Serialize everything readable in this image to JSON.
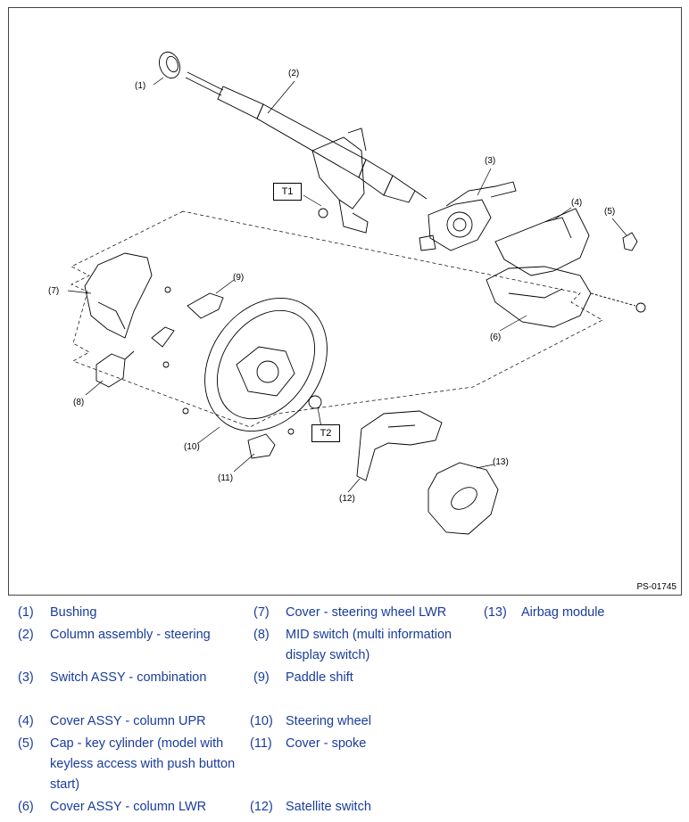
{
  "figure": {
    "code": "PS-01745",
    "callouts": [
      "(1)",
      "(2)",
      "(3)",
      "(4)",
      "(5)",
      "(6)",
      "(7)",
      "(8)",
      "(9)",
      "(10)",
      "(11)",
      "(12)",
      "(13)"
    ],
    "torque_labels": [
      "T1",
      "T2"
    ]
  },
  "legend": {
    "items": [
      {
        "num": "(1)",
        "text": "Bushing"
      },
      {
        "num": "(2)",
        "text": "Column assembly - steering"
      },
      {
        "num": "(3)",
        "text": "Switch ASSY - combination"
      },
      {
        "num": "(4)",
        "text": "Cover ASSY - column UPR"
      },
      {
        "num": "(5)",
        "text": "Cap - key cylinder (model with keyless access with push button start)"
      },
      {
        "num": "(6)",
        "text": "Cover ASSY - column LWR"
      },
      {
        "num": "(7)",
        "text": "Cover - steering wheel LWR"
      },
      {
        "num": "(8)",
        "text": "MID switch (multi information display switch)"
      },
      {
        "num": "(9)",
        "text": "Paddle shift"
      },
      {
        "num": "(10)",
        "text": "Steering wheel"
      },
      {
        "num": "(11)",
        "text": "Cover - spoke"
      },
      {
        "num": "(12)",
        "text": "Satellite switch"
      },
      {
        "num": "(13)",
        "text": "Airbag module"
      }
    ]
  },
  "colors": {
    "legend_text": "#1a3c9c",
    "line": "#000000",
    "frame": "#444444"
  }
}
